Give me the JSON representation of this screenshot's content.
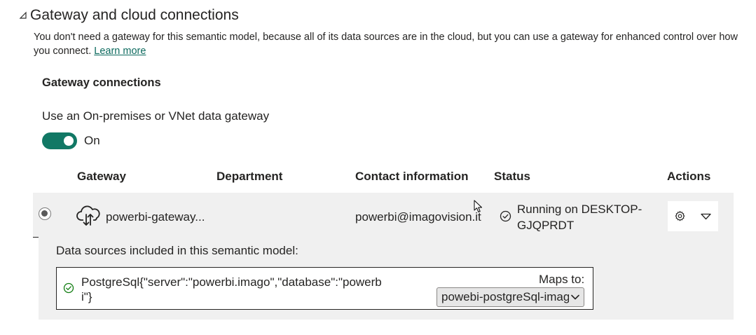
{
  "section": {
    "title": "Gateway and cloud connections",
    "description": "You don't need a gateway for this semantic model, because all of its data sources are in the cloud, but you can use a gateway for enhanced control over how you connect.",
    "learn_more": "Learn more"
  },
  "gateway_connections": {
    "title": "Gateway connections",
    "toggle_label": "Use an On-premises or VNet data gateway",
    "toggle_state": "On",
    "toggle_color": "#117865"
  },
  "table": {
    "headers": {
      "gateway": "Gateway",
      "department": "Department",
      "contact": "Contact information",
      "status": "Status",
      "actions": "Actions"
    },
    "rows": [
      {
        "gateway": "powerbi-gateway...",
        "department": "",
        "contact": "powerbi@imagovision.it",
        "status": "Running on DESKTOP-GJQPRDT",
        "selected": true
      }
    ]
  },
  "details": {
    "title": "Data sources included in this semantic model:",
    "data_source": "PostgreSql{\"server\":\"powerbi.imago\",\"database\":\"powerbi\"}",
    "maps_to_label": "Maps to:",
    "maps_to_value": "powebi-postgreSql-imago"
  },
  "icons": [
    "collapse-triangle-icon",
    "cloud-gateway-icon",
    "status-check-icon",
    "gear-icon",
    "chevron-down-icon",
    "success-check-icon",
    "mouse-cursor-icon"
  ]
}
